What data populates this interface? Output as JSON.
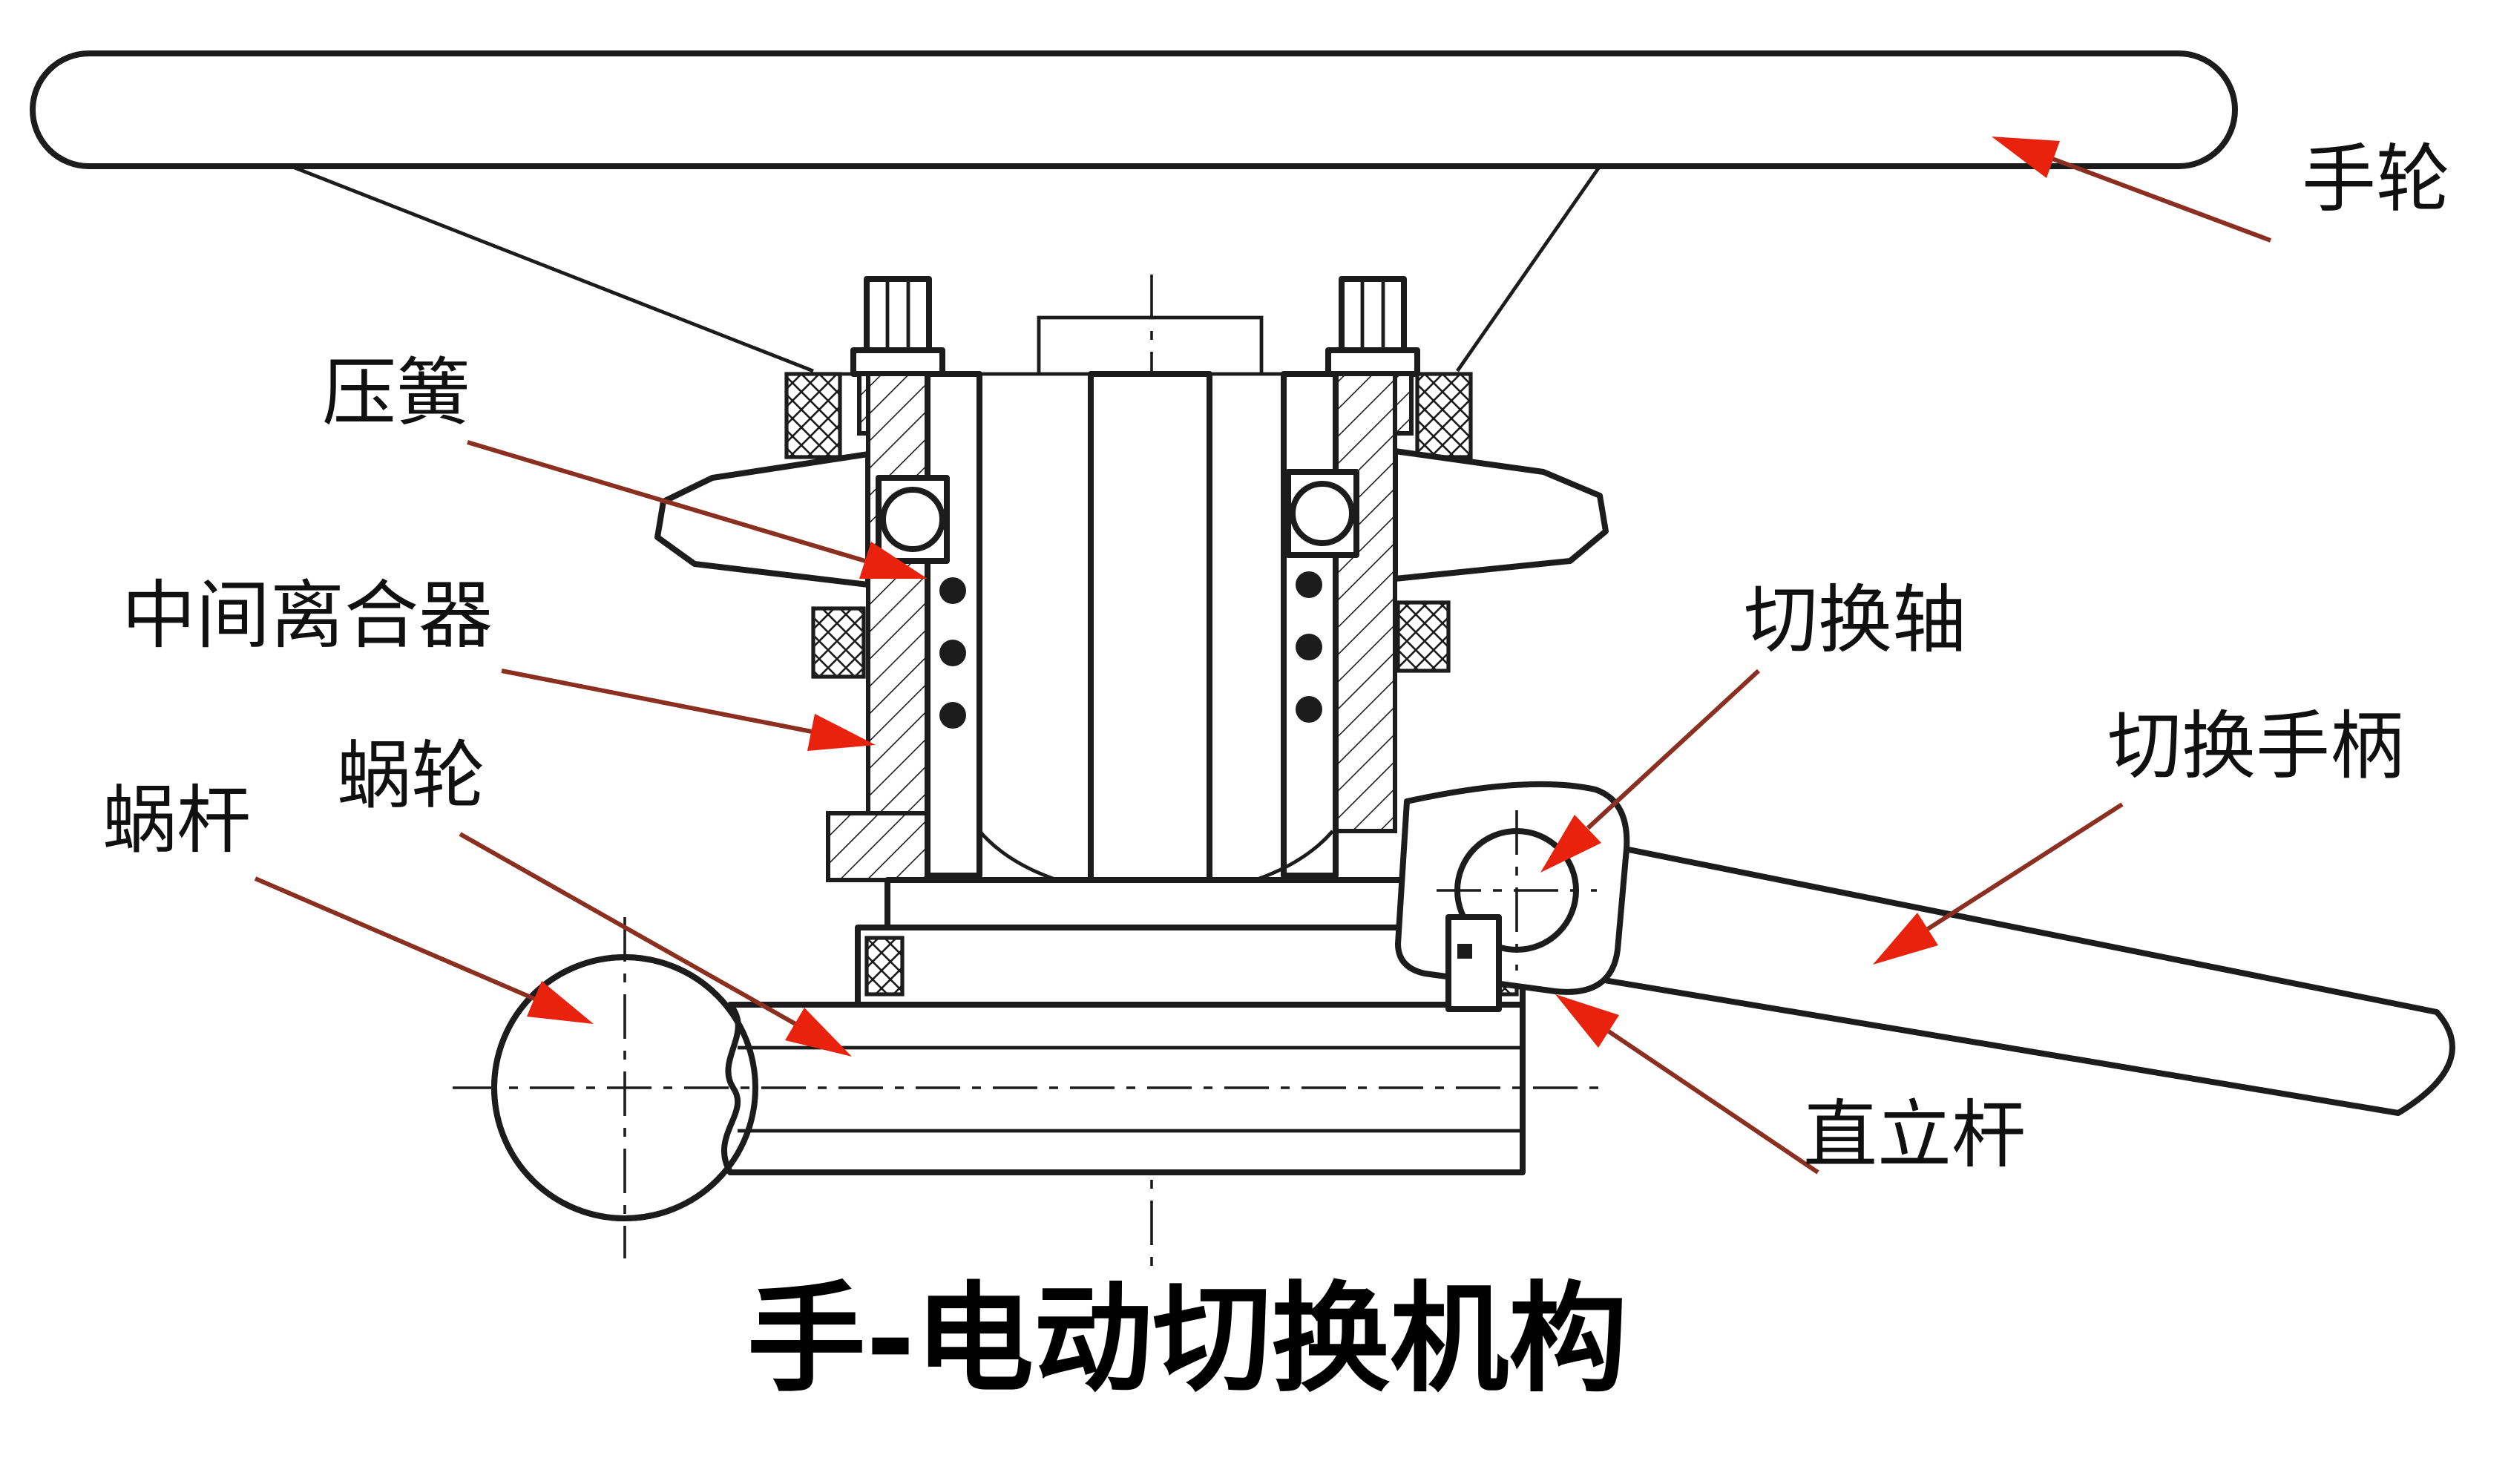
{
  "diagram": {
    "title": "手-电动切换机构",
    "labels": {
      "handwheel": "手轮",
      "compression_spring": "压簧",
      "intermediate_clutch": "中间离合器",
      "worm": "蜗杆",
      "worm_wheel": "蜗轮",
      "switching_shaft": "切换轴",
      "switching_handle": "切换手柄",
      "vertical_rod": "直立杆"
    },
    "colors": {
      "drawing_line": "#1c1c1c",
      "leader_line": "#8b2f21",
      "arrowhead": "#e8220c",
      "background": "#ffffff"
    }
  }
}
